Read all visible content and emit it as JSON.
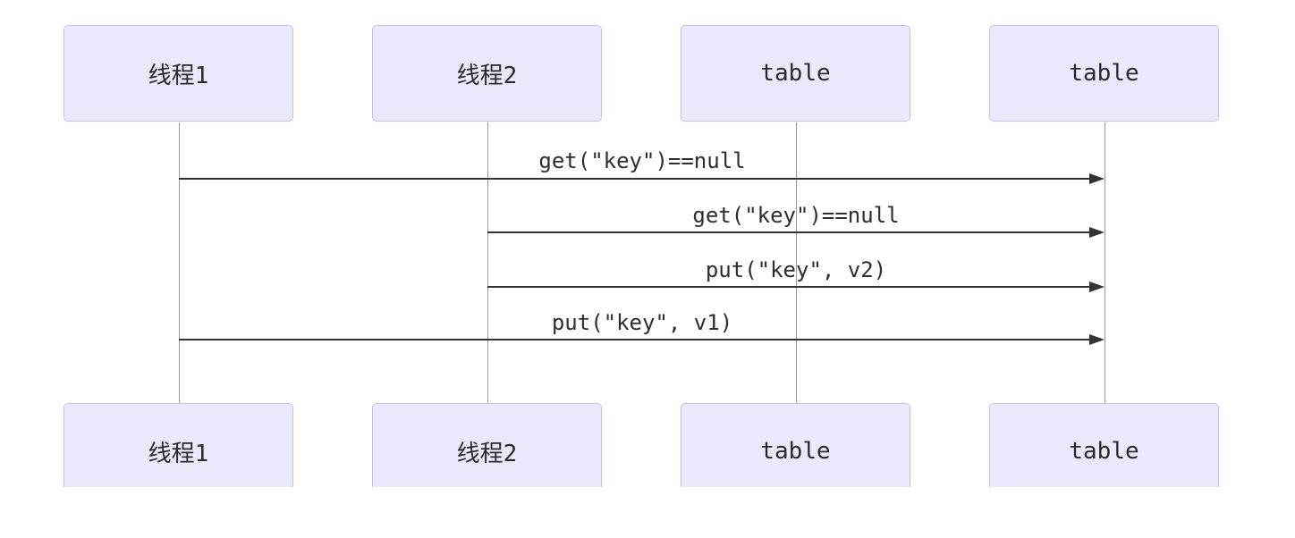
{
  "diagram": {
    "kind": "sequence-diagram",
    "participants": [
      {
        "id": "thread1",
        "label": "线程1"
      },
      {
        "id": "thread2",
        "label": "线程2"
      },
      {
        "id": "table1",
        "label": "table"
      },
      {
        "id": "table2",
        "label": "table"
      }
    ],
    "messages": [
      {
        "from": "线程1",
        "to": "table",
        "label": "get(\"key\")==null"
      },
      {
        "from": "线程2",
        "to": "table",
        "label": "get(\"key\")==null"
      },
      {
        "from": "线程2",
        "to": "table",
        "label": "put(\"key\", v2)"
      },
      {
        "from": "线程1",
        "to": "table",
        "label": "put(\"key\", v1)"
      }
    ],
    "colors": {
      "actor_fill": "#e9e9fb",
      "actor_border": "#c2c2ee",
      "lifeline": "#9a9a9a",
      "arrow": "#333333",
      "text": "#2b2b2b",
      "background": "#ffffff"
    }
  }
}
